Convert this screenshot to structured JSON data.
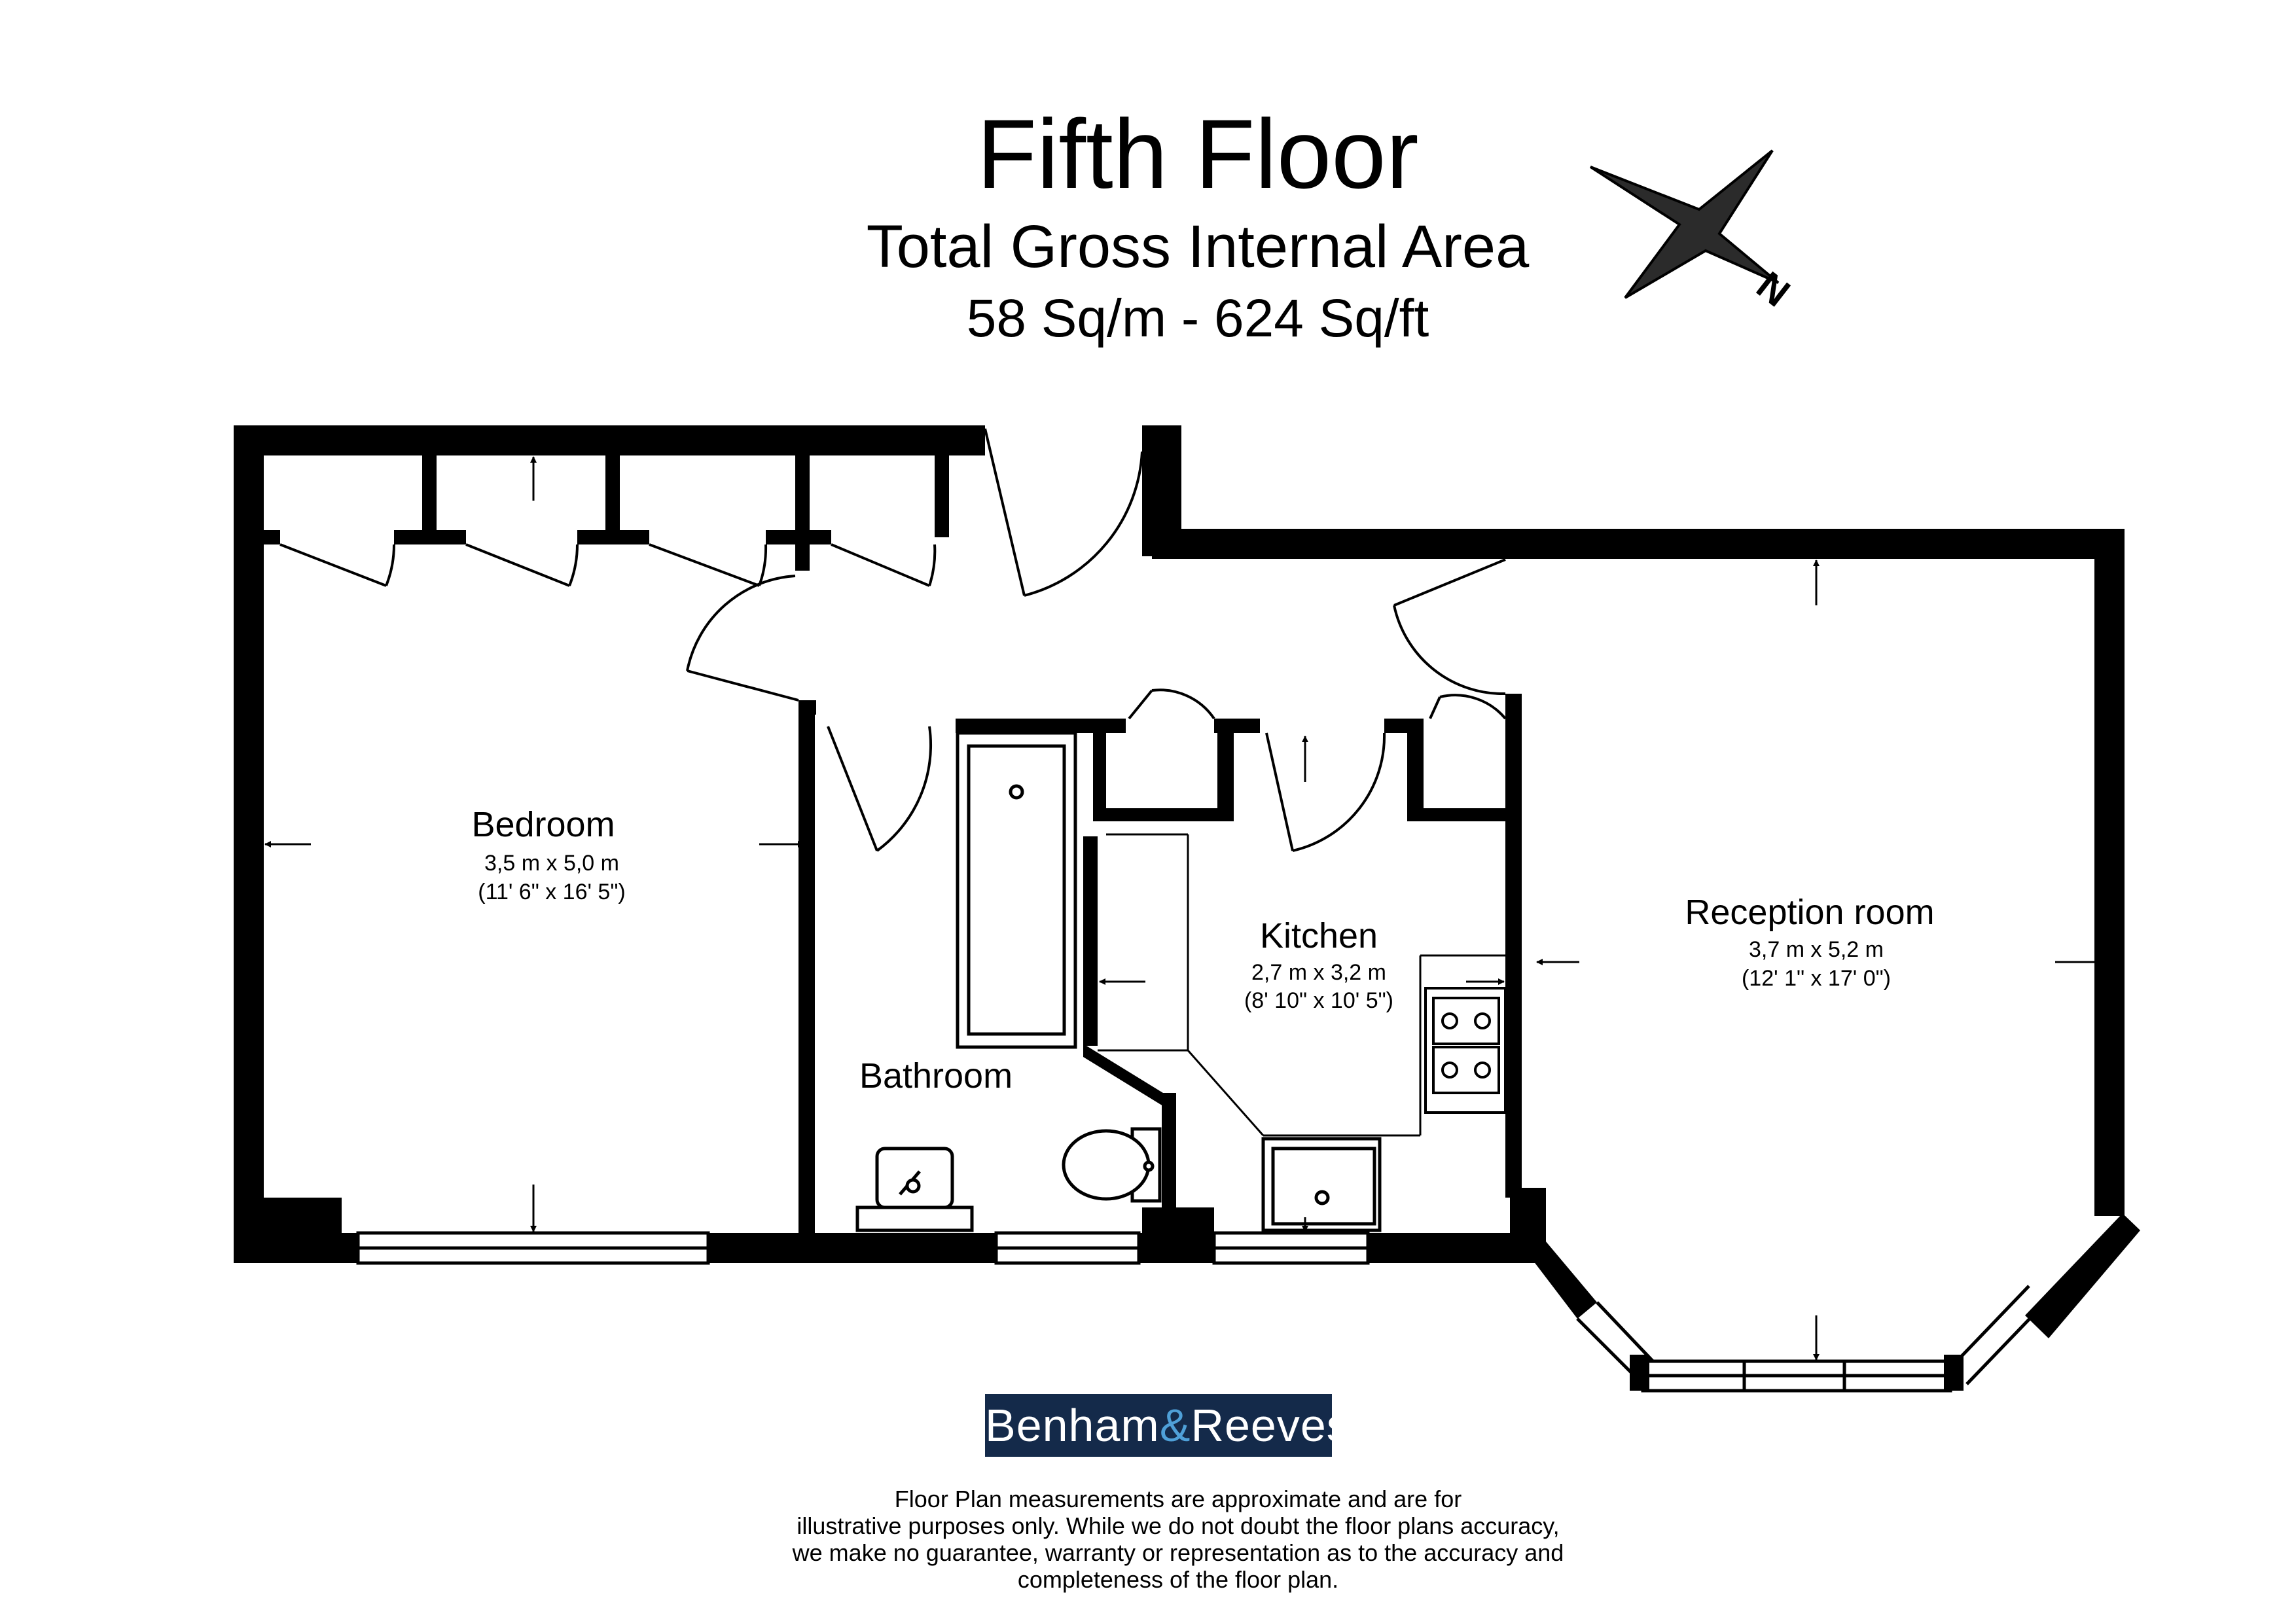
{
  "header": {
    "title": "Fifth Floor",
    "subtitle": "Total Gross Internal Area",
    "area": "58 Sq/m - 624 Sq/ft"
  },
  "compass": {
    "icon": "north-compass-icon",
    "label": "N"
  },
  "rooms": {
    "bedroom": {
      "name": "Bedroom",
      "metric": "3,5 m x 5,0 m",
      "imperial": "(11' 6\" x 16' 5\")"
    },
    "bathroom": {
      "name": "Bathroom"
    },
    "kitchen": {
      "name": "Kitchen",
      "metric": "2,7 m x 3,2 m",
      "imperial": "(8' 10\" x 10' 5\")"
    },
    "reception": {
      "name": "Reception room",
      "metric": "3,7 m x 5,2 m",
      "imperial": "(12' 1\" x 17' 0\")"
    }
  },
  "logo": {
    "part1": "Benham",
    "amp": "&",
    "part2": "Reeves"
  },
  "disclaimer": {
    "line1": "Floor Plan measurements are approximate and are for",
    "line2": "illustrative purposes only.  While we do not doubt the floor plans accuracy,",
    "line3": "we make no guarantee, warranty or representation as to the accuracy and",
    "line4": "completeness of the floor plan."
  },
  "colors": {
    "wall": "#000000",
    "logo_bg": "#142a4a",
    "logo_accent": "#4fa0d8"
  }
}
